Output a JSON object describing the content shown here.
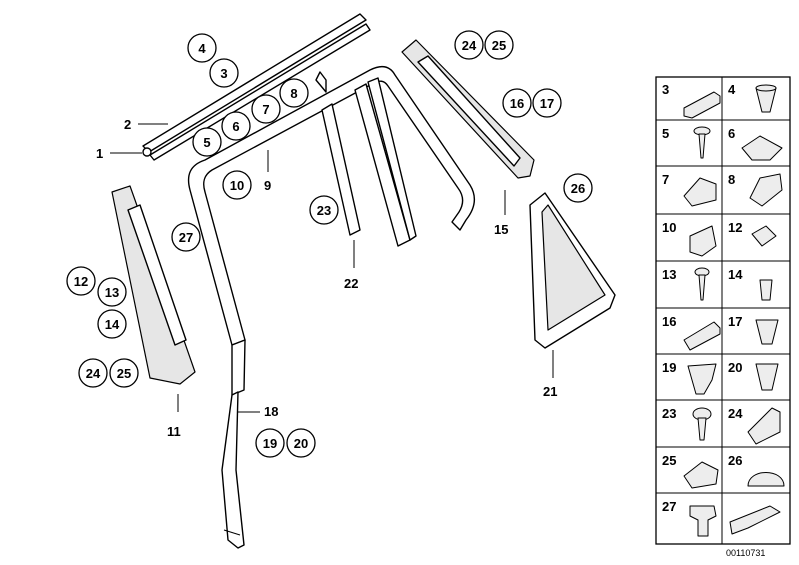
{
  "diagram_id": "00110731",
  "callouts": [
    {
      "id": "c1",
      "text": "1"
    },
    {
      "id": "c2",
      "text": "2"
    },
    {
      "id": "c3",
      "text": "3"
    },
    {
      "id": "c4",
      "text": "4"
    },
    {
      "id": "c5",
      "text": "5"
    },
    {
      "id": "c6",
      "text": "6"
    },
    {
      "id": "c7",
      "text": "7"
    },
    {
      "id": "c8",
      "text": "8"
    },
    {
      "id": "c9",
      "text": "9"
    },
    {
      "id": "c10",
      "text": "10"
    },
    {
      "id": "c11",
      "text": "11"
    },
    {
      "id": "c12",
      "text": "12"
    },
    {
      "id": "c13",
      "text": "13"
    },
    {
      "id": "c14",
      "text": "14"
    },
    {
      "id": "c15",
      "text": "15"
    },
    {
      "id": "c16",
      "text": "16"
    },
    {
      "id": "c17",
      "text": "17"
    },
    {
      "id": "c18",
      "text": "18"
    },
    {
      "id": "c19",
      "text": "19"
    },
    {
      "id": "c20",
      "text": "20"
    },
    {
      "id": "c21",
      "text": "21"
    },
    {
      "id": "c22",
      "text": "22"
    },
    {
      "id": "c23",
      "text": "23"
    },
    {
      "id": "c24a",
      "text": "24"
    },
    {
      "id": "c25a",
      "text": "25"
    },
    {
      "id": "c24b",
      "text": "24"
    },
    {
      "id": "c25b",
      "text": "25"
    },
    {
      "id": "c26",
      "text": "26"
    },
    {
      "id": "c27",
      "text": "27"
    }
  ],
  "grid_labels": [
    "3",
    "4",
    "5",
    "6",
    "7",
    "8",
    "10",
    "12",
    "13",
    "14",
    "16",
    "17",
    "19",
    "20",
    "23",
    "24",
    "25",
    "26",
    "27"
  ]
}
